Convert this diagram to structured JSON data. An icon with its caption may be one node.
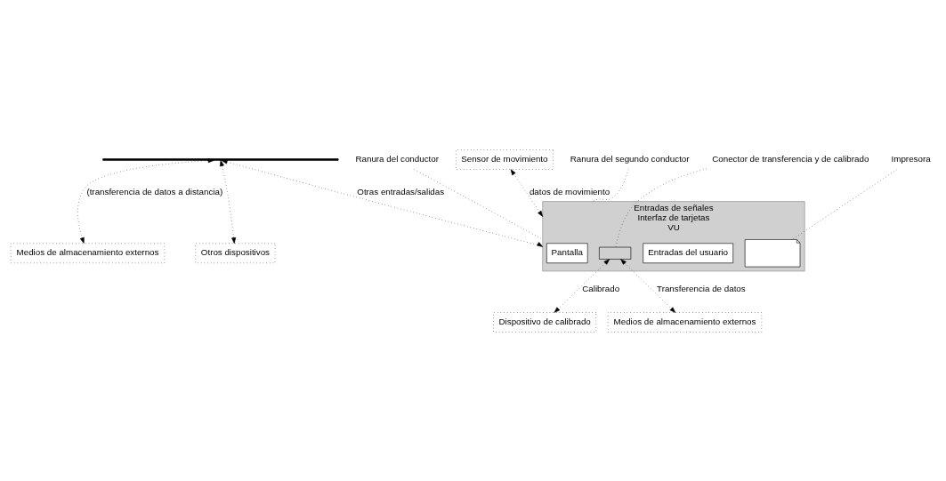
{
  "diagram": {
    "nodes": [
      {
        "text": [
          "Entradas de señales",
          "Interfaz de tarjetas",
          "VU"
        ]
      },
      {
        "text": [
          "Pantalla"
        ],
        "in": 0
      },
      {
        "text": [
          "Entradas del usuario"
        ],
        "in": 0
      },
      {
        "text": [],
        "shape": "box",
        "in": 0
      },
      {
        "text": [],
        "shape": "picture",
        "in": 0
      },
      {
        "text": [
          "Sensor de movimiento"
        ]
      },
      {
        "text": [
          "Dispositivo de calibrado"
        ]
      },
      {
        "text": [
          "Medios de almacenamiento externos"
        ]
      },
      {
        "text": [
          "Medios de almacenamiento externos"
        ]
      },
      {
        "text": [
          "Otros dispositivos"
        ]
      },
      {
        "text": [],
        "shape": "bar"
      },
      {
        "text": [
          "Ranura del conductor"
        ]
      },
      {
        "text": [
          "Ranura del segundo conductor"
        ]
      },
      {
        "text": [
          "Conector de transferencia y de calibrado"
        ]
      },
      {
        "text": [
          "Impresora"
        ]
      }
    ],
    "edges": [
      {
        "from": 10,
        "to": 0,
        "arrow": "both",
        "label": "Otras entradas/salidas"
      },
      {
        "from": 10,
        "to": 8,
        "arrow": "both",
        "label": "(transferencia de datos a distancia)"
      },
      {
        "from": 10,
        "to": 9,
        "arrow": "both"
      },
      {
        "from": 5,
        "to": 0,
        "arrow": "both",
        "label": "datos de movimiento"
      },
      {
        "from": 3,
        "to": 6,
        "arrow": "both",
        "label": "Calibrado"
      },
      {
        "from": 3,
        "to": 7,
        "arrow": "both",
        "label": "Transferencia de datos"
      },
      {
        "from": 11,
        "to": 0,
        "arrow": "none"
      },
      {
        "from": 12,
        "to": 0,
        "arrow": "none"
      },
      {
        "from": 13,
        "to": 3,
        "arrow": "none"
      },
      {
        "from": 14,
        "to": 4,
        "arrow": "none"
      }
    ]
  }
}
